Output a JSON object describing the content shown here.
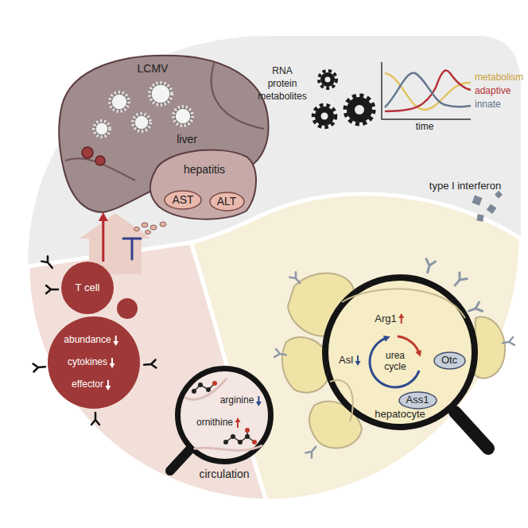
{
  "diagram": {
    "nodes": [
      {
        "text": [
          "LCMV",
          "liver"
        ]
      },
      {
        "text": [
          "hepatitis"
        ],
        "in": 0
      },
      {
        "text": [
          "AST"
        ],
        "in": 1
      },
      {
        "text": [
          "ALT"
        ],
        "in": 1
      },
      {
        "text": [
          "T cell"
        ]
      },
      {
        "text": [
          "abundance",
          "cytokines",
          "effector"
        ]
      },
      {
        "text": [
          "arginine",
          "ornithine",
          "circulation"
        ]
      },
      {
        "text": [
          "Arg1",
          "Asl",
          "urea cycle",
          "hepatocyte"
        ]
      },
      {
        "text": [
          "Otc"
        ],
        "in": 7
      },
      {
        "text": [
          "Ass1"
        ],
        "in": 7
      }
    ],
    "edges": [
      {
        "from": 4,
        "to": 0,
        "arrow": "to"
      }
    ],
    "labels": [
      "RNA",
      "protein",
      "metabolites",
      "metabolism",
      "adaptive",
      "innate",
      "time",
      "type I interferon"
    ]
  }
}
